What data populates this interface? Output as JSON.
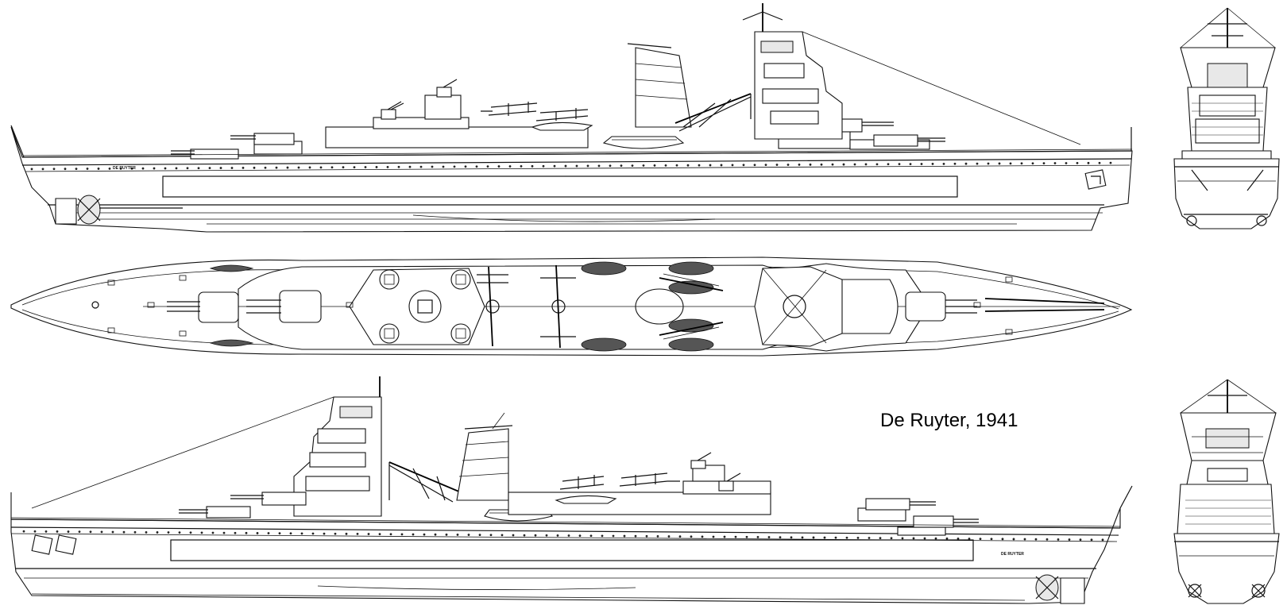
{
  "caption": "De Ruyter, 1941",
  "hull_names": {
    "upper_profile": "DE RUYTER",
    "lower_profile": "DE RUYTER"
  },
  "colors": {
    "ink": "#111111",
    "paper": "#ffffff",
    "shade": "#e8e8e8"
  },
  "views": [
    "starboard-profile",
    "plan-view",
    "port-profile",
    "stern-view",
    "bow-view"
  ]
}
